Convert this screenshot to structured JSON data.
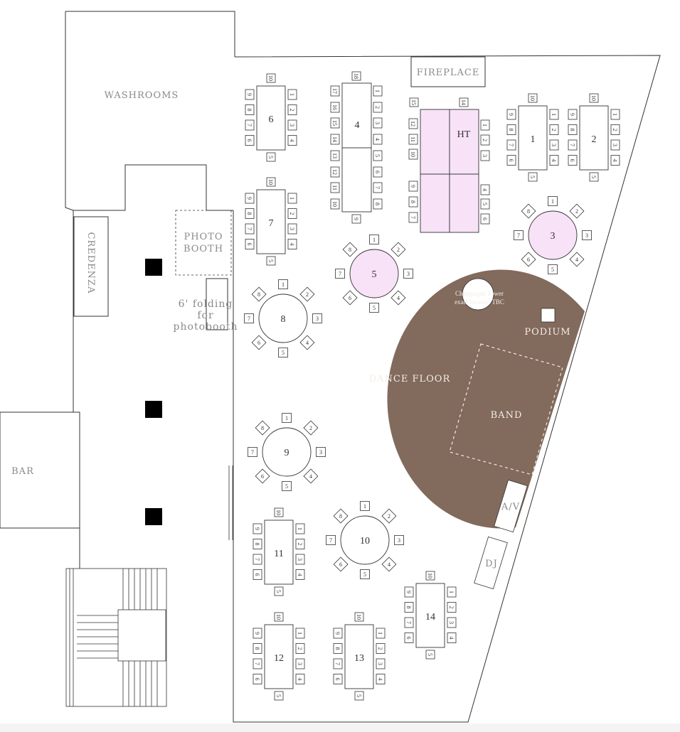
{
  "rooms": {
    "washrooms": "WASHROOMS",
    "credenza": "CREDENZA",
    "photo_booth_line1": "PHOTO",
    "photo_booth_line2": "BOOTH",
    "folding_line1": "6' folding",
    "folding_line2": "for",
    "folding_line3": "photobooth",
    "bar": "BAR",
    "fireplace": "FIREPLACE",
    "dance_floor": "DANCE FLOOR",
    "band": "BAND",
    "podium": "PODIUM",
    "champagne_line1": "Champagne Tower",
    "champagne_line2": "exact location TBC",
    "av": "A/V",
    "dj": "DJ"
  },
  "colors": {
    "dance_floor": "#826a5c",
    "highlight_table": "#f7e2f7",
    "wall": "#333333",
    "label": "#8a8a8a"
  },
  "head_table": {
    "label": "HT",
    "seats_col_left_top": [
      "15",
      "12",
      "11",
      "10"
    ],
    "seats_col_left_bottom": [
      "9",
      "8",
      "7"
    ],
    "seats_top_right": "14",
    "seats_col_right_top": [
      "1",
      "2",
      "3"
    ],
    "seats_col_right_bottom": [
      "4",
      "5",
      "6"
    ]
  },
  "table_4": {
    "label": "4",
    "top_seat": "18",
    "bottom_seat": "9",
    "left_seats": [
      "17",
      "16",
      "15",
      "14",
      "13",
      "12",
      "11",
      "10"
    ],
    "right_seats": [
      "1",
      "2",
      "3",
      "4",
      "5",
      "6",
      "7",
      "8"
    ]
  },
  "rect_tables": [
    {
      "label": "6",
      "top": "10",
      "bottom": "5",
      "left": [
        "9",
        "8",
        "7",
        "6"
      ],
      "right": [
        "1",
        "2",
        "3",
        "4"
      ]
    },
    {
      "label": "7",
      "top": "10",
      "bottom": "5",
      "left": [
        "9",
        "8",
        "7",
        "6"
      ],
      "right": [
        "1",
        "2",
        "3",
        "4"
      ]
    },
    {
      "label": "1",
      "top": "10",
      "bottom": "5",
      "left": [
        "9",
        "8",
        "7",
        "6"
      ],
      "right": [
        "1",
        "2",
        "3",
        "4"
      ]
    },
    {
      "label": "2",
      "top": "10",
      "bottom": "5",
      "left": [
        "9",
        "8",
        "7",
        "6"
      ],
      "right": [
        "1",
        "2",
        "3",
        "4"
      ]
    },
    {
      "label": "11",
      "top": "10",
      "bottom": "5",
      "left": [
        "9",
        "8",
        "7",
        "6"
      ],
      "right": [
        "1",
        "2",
        "3",
        "4"
      ]
    },
    {
      "label": "12",
      "top": "10",
      "bottom": "5",
      "left": [
        "9",
        "8",
        "7",
        "6"
      ],
      "right": [
        "1",
        "2",
        "3",
        "4"
      ]
    },
    {
      "label": "13",
      "top": "10",
      "bottom": "5",
      "left": [
        "9",
        "8",
        "7",
        "6"
      ],
      "right": [
        "1",
        "2",
        "3",
        "4"
      ]
    },
    {
      "label": "14",
      "top": "10",
      "bottom": "5",
      "left": [
        "9",
        "8",
        "7",
        "6"
      ],
      "right": [
        "1",
        "2",
        "3",
        "4"
      ]
    }
  ],
  "round_tables": [
    {
      "label": "8",
      "seats": [
        "1",
        "2",
        "3",
        "4",
        "5",
        "6",
        "7",
        "8"
      ],
      "highlight": false
    },
    {
      "label": "5",
      "seats": [
        "1",
        "2",
        "3",
        "4",
        "5",
        "6",
        "7",
        "8"
      ],
      "highlight": true
    },
    {
      "label": "3",
      "seats": [
        "1",
        "2",
        "3",
        "4",
        "5",
        "6",
        "7",
        "8"
      ],
      "highlight": true
    },
    {
      "label": "9",
      "seats": [
        "1",
        "2",
        "3",
        "4",
        "5",
        "6",
        "7",
        "8"
      ],
      "highlight": false
    },
    {
      "label": "10",
      "seats": [
        "1",
        "2",
        "3",
        "4",
        "5",
        "6",
        "7",
        "8"
      ],
      "highlight": false
    }
  ]
}
